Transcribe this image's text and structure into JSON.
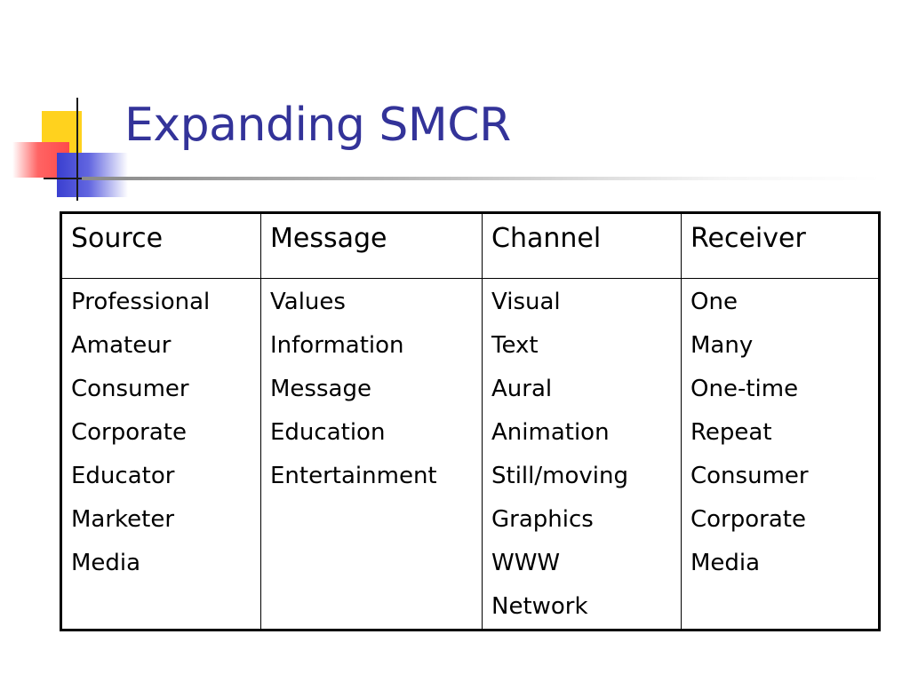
{
  "slide": {
    "title": "Expanding SMCR"
  },
  "colors": {
    "title": "#333399",
    "accent_yellow": "#ffd21e",
    "accent_red": "#ff4a4a",
    "accent_blue": "#3a3fd0"
  },
  "table": {
    "headers": [
      "Source",
      "Message",
      "Channel",
      "Receiver"
    ],
    "columns": [
      [
        "Professional",
        "Amateur",
        "Consumer",
        "Corporate",
        "Educator",
        "Marketer",
        "Media"
      ],
      [
        "Values",
        "Information",
        "Message",
        "Education",
        "Entertainment"
      ],
      [
        "Visual",
        "Text",
        "Aural",
        "Animation",
        "Still/moving",
        "Graphics",
        "WWW",
        "Network"
      ],
      [
        "One",
        "Many",
        "One-time",
        "Repeat",
        "Consumer",
        "Corporate",
        "Media"
      ]
    ]
  }
}
